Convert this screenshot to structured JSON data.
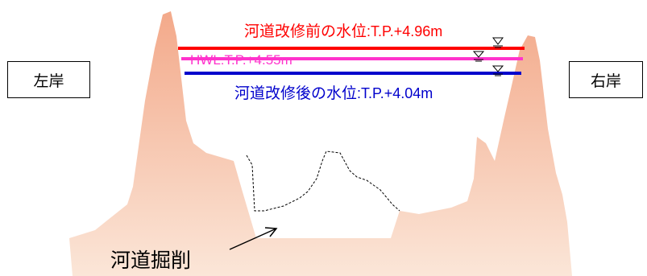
{
  "banks": {
    "left": "左岸",
    "right": "右岸"
  },
  "water_levels": {
    "before": {
      "text_jp": "河道改修前の水位",
      "text_tp": ":T.P.+4.96m",
      "color": "#ff0000"
    },
    "hwl": {
      "text": "HWL:T.P.+4.55m",
      "color": "#ff33cc"
    },
    "after": {
      "text_jp": "河道改修後の水位",
      "text_tp": ":T.P.+4.04m",
      "color": "#0000cc"
    }
  },
  "excavation": {
    "text": "河道掘削"
  },
  "colors": {
    "terrain_top": "#f3a98a",
    "terrain_bottom": "#fbe6d8",
    "outline": "#000000"
  }
}
